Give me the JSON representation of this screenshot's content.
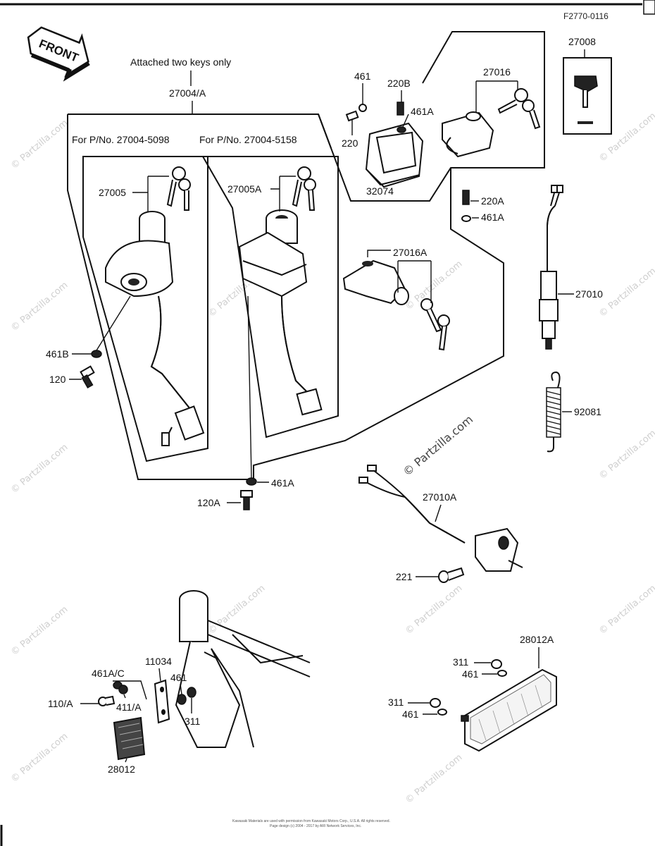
{
  "diagram_code": "F2770-0116",
  "front_label": "FRONT",
  "note_keys": "Attached two keys only",
  "group_main": "27004/A",
  "group_left_title": "For P/No. 27004-5098",
  "group_right_title": "For P/No. 27004-5158",
  "parts": {
    "p27008": "27008",
    "p461_top": "461",
    "p220B": "220B",
    "p27016": "27016",
    "p461A_top": "461A",
    "p220": "220",
    "p32074": "32074",
    "p27005": "27005",
    "p27005A": "27005A",
    "p220A": "220A",
    "p461A_mid": "461A",
    "p27016A": "27016A",
    "p27010": "27010",
    "p461B": "461B",
    "p120": "120",
    "p92081": "92081",
    "p461A_low": "461A",
    "p120A": "120A",
    "p27010A": "27010A",
    "p221": "221",
    "p28012A": "28012A",
    "p311_a": "311",
    "p461_a": "461",
    "p311_b": "311",
    "p461_b": "461",
    "p11034": "11034",
    "p461AC": "461A/C",
    "p461_c": "461",
    "p110A": "110/A",
    "p411A": "411/A",
    "p311_c": "311",
    "p28012": "28012"
  },
  "watermark": "© Partzilla.com",
  "copyright_line1": "Kawasaki Materials are used with permission from Kawasaki Motors Corp., U.S.A. All rights reserved.",
  "copyright_line2": "Page design (c) 2004 - 2017 by ARI Network Services, Inc."
}
